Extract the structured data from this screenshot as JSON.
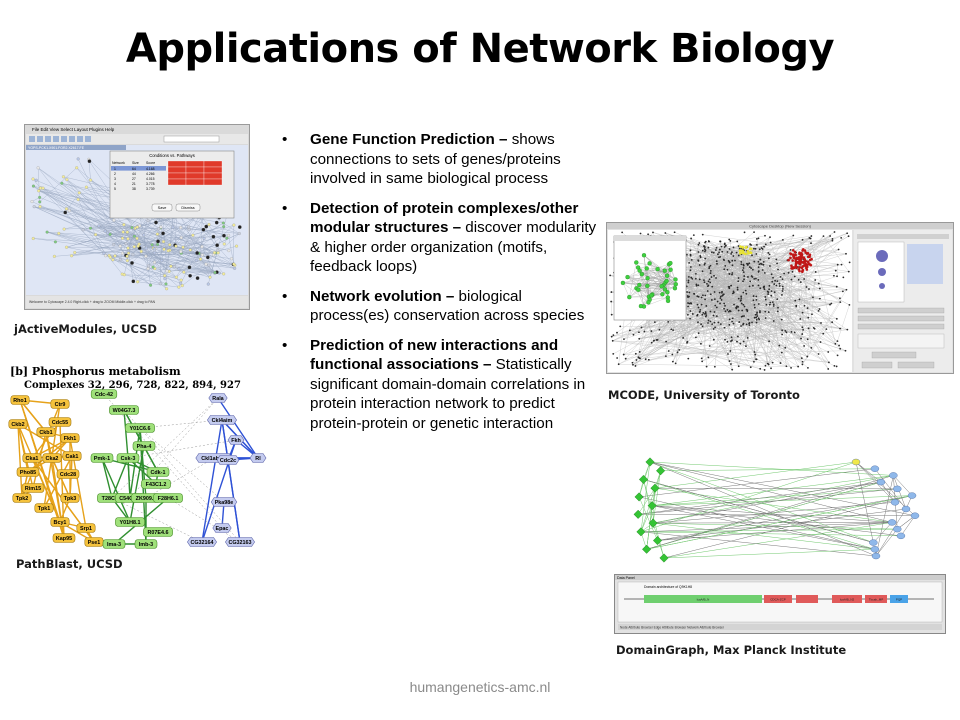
{
  "slide": {
    "title": "Applications of Network Biology",
    "footer": "humangenetics-amc.nl"
  },
  "bullets": [
    {
      "head": "Gene Function Prediction – ",
      "body": "shows connections to sets of genes/proteins involved in same biological process"
    },
    {
      "head": "Detection of protein complexes/other modular structures – ",
      "body": "discover modularity & higher order organization (motifs, feedback loops)"
    },
    {
      "head": "Network evolution – ",
      "body": " biological process(es) conservation across species"
    },
    {
      "head": "Prediction of new interactions and functional associations – ",
      "body": "Statistically significant domain-domain correlations in protein interaction network to predict protein-protein or genetic interaction"
    }
  ],
  "captions": {
    "jactive": "jActiveModules, UCSD",
    "pathblast": "PathBlast, UCSD",
    "mcode": "MCODE, University of Toronto",
    "domaingraph": "DomainGraph, Max Planck Institute"
  },
  "pathblast": {
    "header": "[b] Phosphorus metabolism",
    "subheader": "Complexes 32, 296, 728, 822, 894, 927",
    "yellow_nodes": [
      "Rho1",
      "Ctr9",
      "Ckb2",
      "Cdc55",
      "Ckb1",
      "Fkh1",
      "Cka1",
      "Cka2",
      "Cak1",
      "Pho85",
      "Cdc28",
      "Rim15",
      "Tpk2",
      "Tpk3",
      "Tpk1",
      "Bcy1",
      "Srp1",
      "Kap95",
      "Pse1"
    ],
    "green_nodes": [
      "Cdc-42",
      "W04G7.3",
      "Y01C6.6",
      "Pha-4",
      "Pmk-1",
      "Csk-3",
      "Cdk-1",
      "F43C1.2",
      "T28C6.1",
      "C54G4.1",
      "ZK909.2",
      "F28H6.1",
      "Y01H8.1",
      "R07E4.6",
      "Ima-3",
      "Imb-3"
    ],
    "blue_nodes": [
      "Rala",
      "Ckl4aim",
      "Fkh",
      "Ckl1abeta",
      "Cdc2c",
      "Rl",
      "Pka98e",
      "Epac",
      "CG32164",
      "CG32163"
    ]
  },
  "jactive": {
    "window_title": "YOPS-PCK1.X901.FOR2.X2617.FE",
    "panel_title": "Conditions vs. Pathways",
    "col_network": "Network",
    "col_size": "Size",
    "col_score": "Score",
    "sizes": [
      "64",
      "44",
      "27",
      "21",
      "38"
    ],
    "scores": [
      "4.168",
      "4.266",
      "4.015",
      "3.778",
      "3.739"
    ],
    "save": "Save",
    "dismiss": "Dismiss",
    "status": "Welcome to Cytoscape 2.4.0     Right-click + drag  to  ZOOM     Middle-click + drag  to  PAN"
  },
  "mcode": {
    "window_title": "Cytoscape Desktop (New Session)"
  },
  "domaingraph": {
    "panel_label": "Data Panel",
    "panel_subtitle": "Domain architecture of Q9K1H8",
    "domains": [
      "IcaA/B_N",
      "CDCA-ZCP",
      "IcaA/B_N2",
      "Tbcab_MP",
      "PQP"
    ],
    "tabs": "Node Attribute Browser   Edge Attribute Browser   Network Attribute Browser"
  }
}
